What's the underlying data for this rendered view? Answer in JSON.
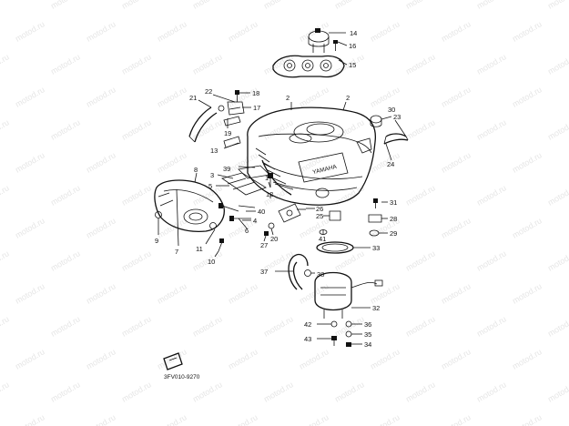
{
  "watermark": "motod.ru",
  "brand": "YAMAHA",
  "drawing_code": "3FV010-9270",
  "part_numbers": [
    "1",
    "2",
    "3",
    "4",
    "5",
    "6",
    "7",
    "8",
    "9",
    "10",
    "11",
    "12",
    "13",
    "14",
    "15",
    "16",
    "17",
    "18",
    "19",
    "20",
    "21",
    "22",
    "23",
    "24",
    "25",
    "26",
    "27",
    "28",
    "29",
    "30",
    "31",
    "32",
    "33",
    "34",
    "35",
    "36",
    "37",
    "38",
    "39",
    "40",
    "41",
    "42",
    "43"
  ]
}
